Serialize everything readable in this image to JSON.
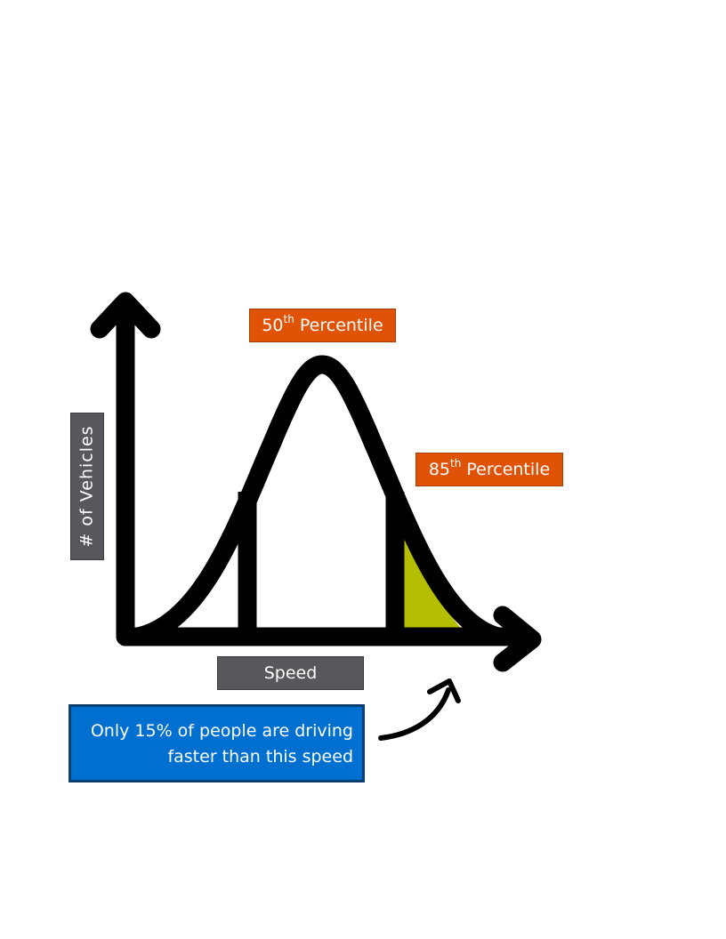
{
  "labels": {
    "p50_number": "50",
    "p50_suffix": "th",
    "p50_word": "Percentile",
    "p85_number": "85",
    "p85_suffix": "th",
    "p85_word": "Percentile",
    "x_axis": "Speed",
    "y_axis": "# of Vehicles"
  },
  "callout": {
    "line1": "Only 15% of people are driving",
    "line2": "faster than this speed"
  },
  "colors": {
    "curve": "#000000",
    "tail_fill": "#b5bf00",
    "label_orange": "#e05206",
    "label_gray": "#58585c",
    "callout_blue": "#0070d0"
  }
}
